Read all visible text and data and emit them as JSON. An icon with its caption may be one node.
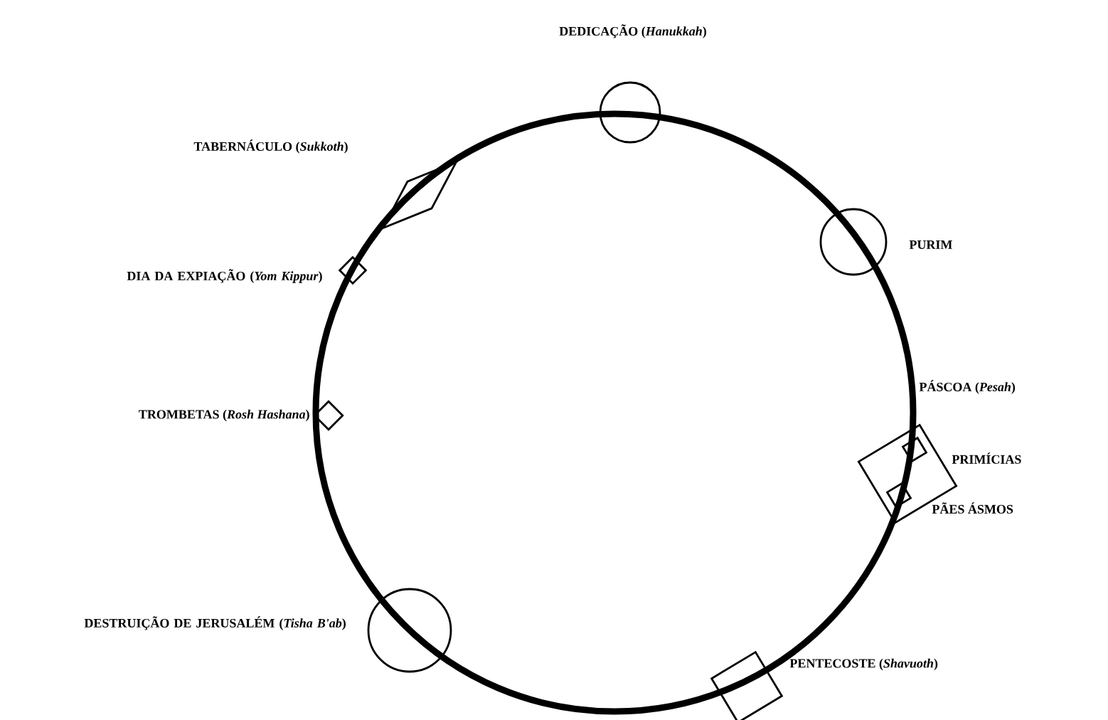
{
  "diagram": {
    "nodes": [
      {
        "text": [],
        "shape": "circle",
        "beside": [
          "DEDICAÇÃO (*Hanukkah*)"
        ]
      },
      {
        "text": [],
        "shape": "diamond",
        "beside": [
          "TABERNÁCULO (*Sukkoth*)"
        ]
      },
      {
        "text": [],
        "shape": "circle",
        "beside": [
          "PURIM"
        ]
      },
      {
        "text": [],
        "shape": "diamond",
        "beside": [
          "DIA DA EXPIAÇÃO (*Yom Kippur*)"
        ]
      },
      {
        "text": [],
        "shape": "diamond",
        "beside": [
          "PÁSCOA (*Pesah*)"
        ]
      },
      {
        "text": [],
        "shape": "diamond",
        "in": 4,
        "beside": [
          "PRIMÍCIAS"
        ]
      },
      {
        "text": [],
        "shape": "diamond",
        "in": 4,
        "beside": [
          "PÃES ÁSMOS"
        ]
      },
      {
        "text": [],
        "shape": "diamond",
        "beside": [
          "TROMBETAS (*Rosh Hashana*)"
        ]
      },
      {
        "text": [],
        "shape": "circle",
        "beside": [
          "DESTRUIÇÃO DE JERUSALÉM (*Tisha B'ab*)"
        ]
      },
      {
        "text": [],
        "shape": "diamond",
        "beside": [
          "PENTECOSTE (*Shavuoth*)"
        ]
      }
    ]
  }
}
